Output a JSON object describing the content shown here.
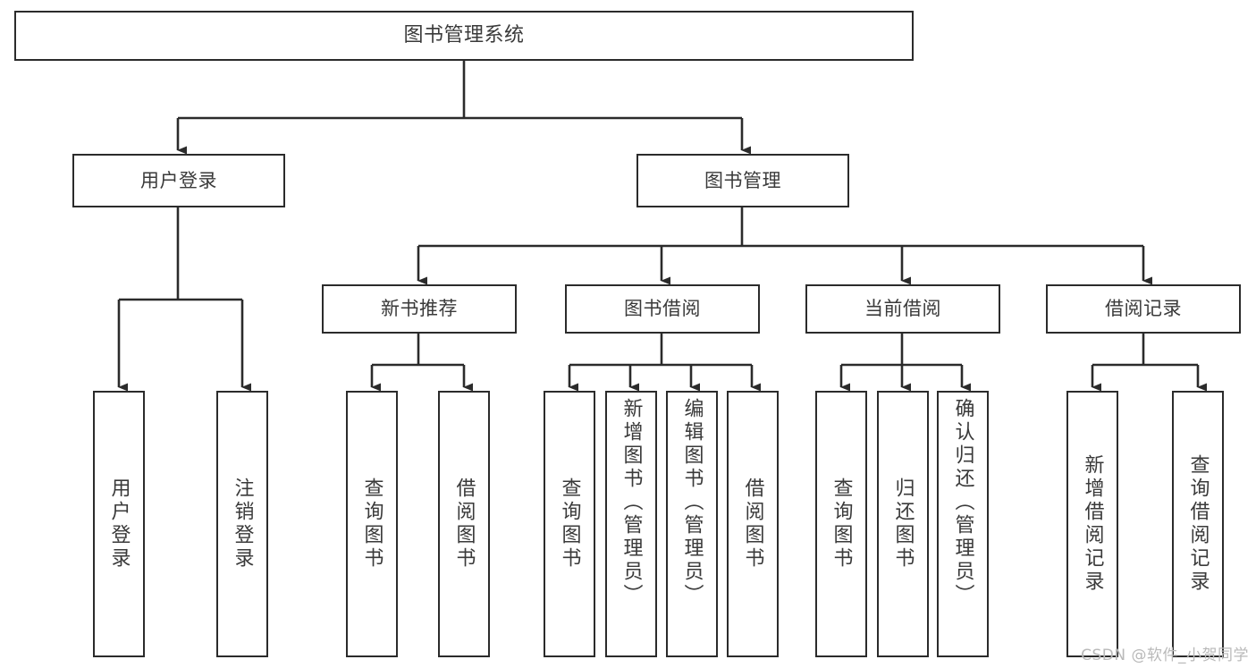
{
  "diagram": {
    "title": "图书管理系统",
    "type": "tree",
    "orientation": "top-down",
    "colors": {
      "box_border": "#2b2b2b",
      "box_fill": "#ffffff",
      "text": "#3a3a3a",
      "connector": "#2b2b2b",
      "watermark": "#b9b9b9",
      "background": "#ffffff"
    },
    "root": {
      "label": "图书管理系统"
    },
    "level2": [
      {
        "id": "user-login",
        "label": "用户登录"
      },
      {
        "id": "book-manage",
        "label": "图书管理"
      }
    ],
    "level3": [
      {
        "id": "new-book-recommend",
        "label": "新书推荐",
        "parent": "book-manage"
      },
      {
        "id": "book-borrow",
        "label": "图书借阅",
        "parent": "book-manage"
      },
      {
        "id": "current-borrow",
        "label": "当前借阅",
        "parent": "book-manage"
      },
      {
        "id": "borrow-record",
        "label": "借阅记录",
        "parent": "book-manage"
      }
    ],
    "leaves": [
      {
        "id": "leaf-user-login",
        "label": "用户登录",
        "parent": "user-login"
      },
      {
        "id": "leaf-user-logout",
        "label": "注销登录",
        "parent": "user-login"
      },
      {
        "id": "leaf-query-book-1",
        "label": "查询图书",
        "parent": "new-book-recommend"
      },
      {
        "id": "leaf-borrow-book-1",
        "label": "借阅图书",
        "parent": "new-book-recommend"
      },
      {
        "id": "leaf-query-book-2",
        "label": "查询图书",
        "parent": "book-borrow"
      },
      {
        "id": "leaf-add-book",
        "label": "新增图书（管理员）",
        "parent": "book-borrow"
      },
      {
        "id": "leaf-edit-book",
        "label": "编辑图书（管理员）",
        "parent": "book-borrow"
      },
      {
        "id": "leaf-borrow-book-2",
        "label": "借阅图书",
        "parent": "book-borrow"
      },
      {
        "id": "leaf-query-book-3",
        "label": "查询图书",
        "parent": "current-borrow"
      },
      {
        "id": "leaf-return-book",
        "label": "归还图书",
        "parent": "current-borrow"
      },
      {
        "id": "leaf-confirm-return",
        "label": "确认归还（管理员）",
        "parent": "current-borrow"
      },
      {
        "id": "leaf-add-record",
        "label": "新增借阅记录",
        "parent": "borrow-record"
      },
      {
        "id": "leaf-query-record",
        "label": "查询借阅记录",
        "parent": "borrow-record"
      }
    ],
    "watermark": "CSDN @软件_小贺同学"
  }
}
